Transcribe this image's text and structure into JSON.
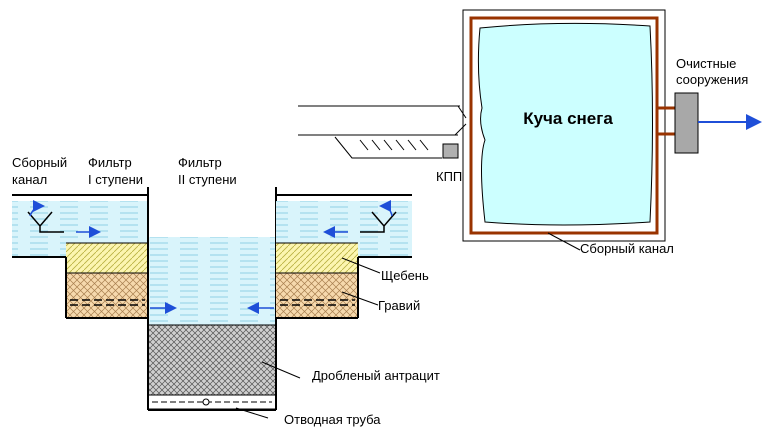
{
  "labels": {
    "pile": "Куча  снега",
    "treatment_line1": "Очистные",
    "treatment_line2": "сооружения",
    "kpp": "КПП",
    "collector_right": "Сборный канал",
    "collector_left_line1": "Сборный",
    "collector_left_line2": "канал",
    "filter1_line1": "Фильтр",
    "filter1_line2": "I ступени",
    "filter2_line1": "Фильтр",
    "filter2_line2": "II ступени",
    "crushed_stone": "Щебень",
    "gravel": "Гравий",
    "anthracite": "Дробленый антрацит",
    "drain_pipe": "Отводная труба"
  },
  "colors": {
    "snow": "#ccffff",
    "channel": "#993300",
    "water": "#d9f4fb",
    "water_lines": "#8ecfe6",
    "gravel": "#f6d9ad",
    "crushed_stone": "#fcf5b0",
    "anthracite": "#d4d4d4",
    "arrow": "#1f4fd8",
    "treatment_box": "#a8a8a8"
  }
}
